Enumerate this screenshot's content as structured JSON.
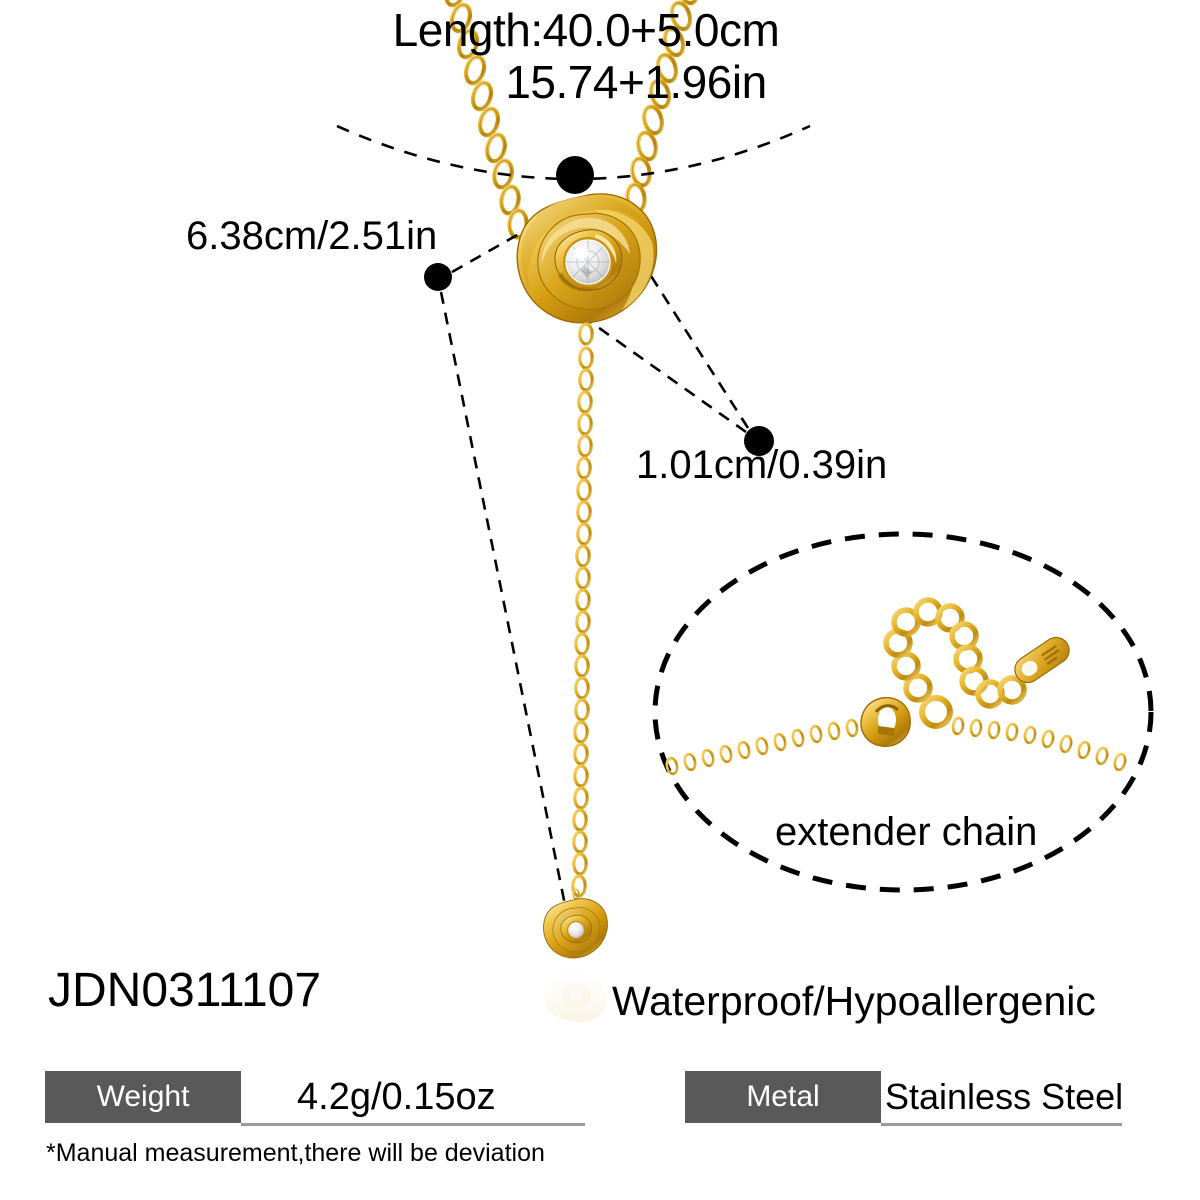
{
  "title": {
    "line1": "Length:40.0+5.0cm",
    "line2": "15.74+1.96in"
  },
  "callouts": {
    "neckline_measure": "6.38cm/2.51in",
    "pendant_measure": "1.01cm/0.39in",
    "extender_label": "extender chain"
  },
  "product": {
    "sku": "JDN0311107",
    "claim": "Waterproof/Hypoallergenic"
  },
  "specs": [
    {
      "label": "Weight",
      "value": "4.2g/0.15oz"
    },
    {
      "label": "Metal",
      "value": "Stainless Steel"
    }
  ],
  "footnote": "*Manual measurement,there will be deviation",
  "icons": {
    "marker_dot": "filled-circle-marker",
    "leader_line": "dashed-leader-line",
    "neckline_arc": "dashed-arc",
    "highlight_ellipse": "dashed-ellipse"
  },
  "colors": {
    "background": "#ffffff",
    "text": "#000000",
    "spec_tag_bg": "#595959",
    "spec_tag_text": "#ffffff",
    "spec_underline": "#9a9a9a",
    "gold_dark": "#b07b08",
    "gold_mid": "#e0a91c",
    "gold_light": "#f7d97e",
    "gold_highlight": "#fdf0c0",
    "crystal": "#f2f2f2",
    "annotation": "#000000"
  },
  "artwork": {
    "main_pendant": "gold-rose-flower-pendant-with-crystal",
    "drop_pendant": "small-gold-rose-flower-pendant",
    "chain_style": "gold-cable-chain",
    "extender_detail": "lobster-clasp-with-extension-chain-and-tag"
  }
}
